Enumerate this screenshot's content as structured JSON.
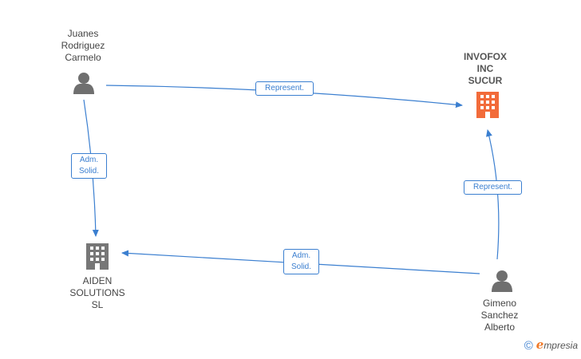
{
  "nodes": {
    "juanes": {
      "lines": [
        "Juanes",
        "Rodriguez",
        "Carmelo"
      ],
      "icon": "person-icon"
    },
    "invofox": {
      "lines": [
        "INVOFOX",
        "INC",
        "SUCUR"
      ],
      "icon": "building-icon",
      "color": "#f26b3a"
    },
    "aiden": {
      "lines": [
        "AIDEN",
        "SOLUTIONS",
        "SL"
      ],
      "icon": "building-icon",
      "color": "#777777"
    },
    "gimeno": {
      "lines": [
        "Gimeno",
        "Sanchez",
        "Alberto"
      ],
      "icon": "person-icon"
    }
  },
  "edges": [
    {
      "from": "juanes",
      "to": "invofox",
      "label": [
        "Represent."
      ]
    },
    {
      "from": "juanes",
      "to": "aiden",
      "label": [
        "Adm.",
        "Solid."
      ]
    },
    {
      "from": "gimeno",
      "to": "aiden",
      "label": [
        "Adm.",
        "Solid."
      ]
    },
    {
      "from": "gimeno",
      "to": "invofox",
      "label": [
        "Represent."
      ]
    }
  ],
  "colors": {
    "edge": "#3b7fd0",
    "person": "#6f6f6f",
    "highlight_building": "#f26b3a",
    "building": "#777777"
  },
  "brand": {
    "copyright": "©",
    "initial": "e",
    "rest": "mpresia"
  }
}
